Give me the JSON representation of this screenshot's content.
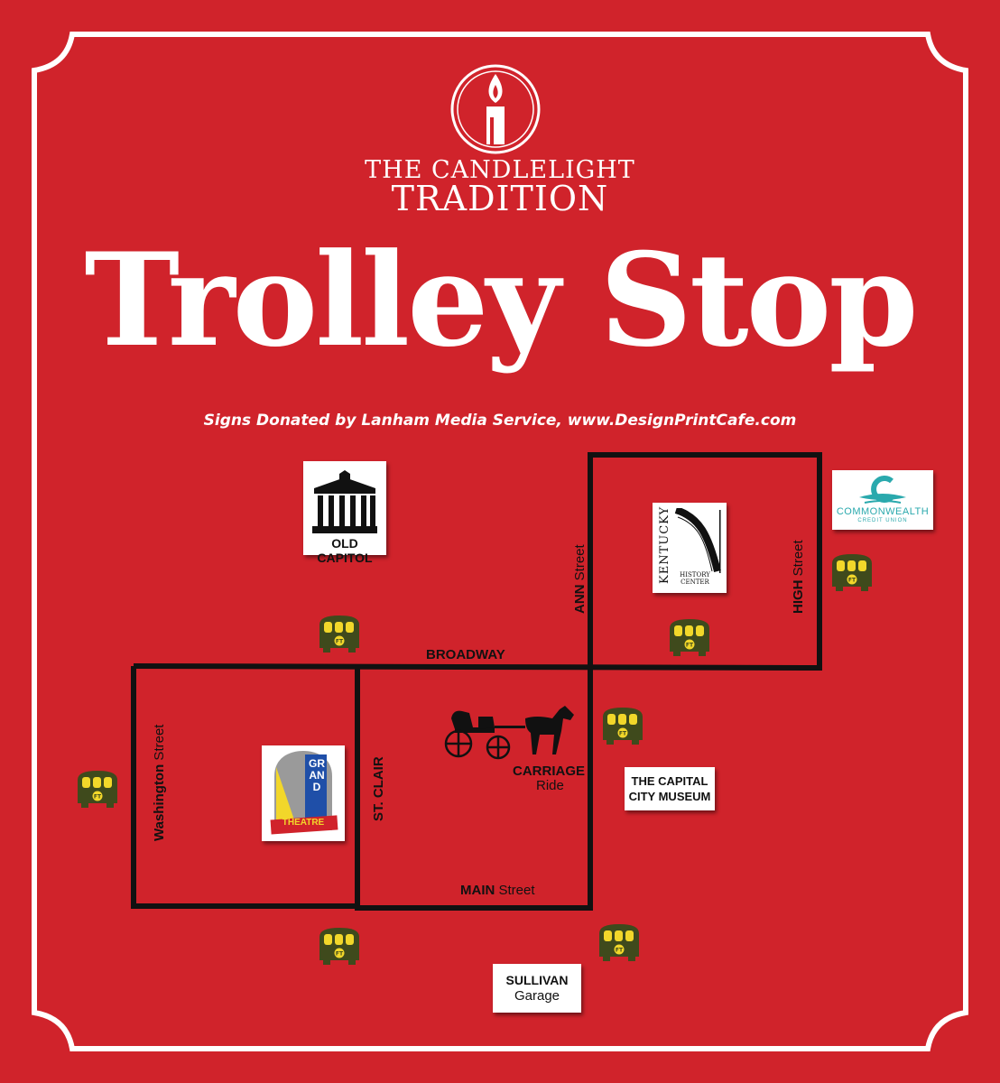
{
  "brand": {
    "line1": "THE CANDLELIGHT",
    "line2": "TRADITION"
  },
  "title": "Trolley Stop",
  "credit": "Signs Donated by Lanham Media Service, www.DesignPrintCafe.com",
  "colors": {
    "background": "#d0232b",
    "street_line": "#111111",
    "trolley_body": "#3f4a1c",
    "trolley_window": "#f2d72a"
  },
  "streets": {
    "broadway": "BROADWAY",
    "ann": {
      "name": "ANN",
      "suffix": "Street"
    },
    "high": {
      "name": "HIGH",
      "suffix": "Street"
    },
    "washington": {
      "name": "Washington",
      "suffix": "Street"
    },
    "st_clair": "ST. CLAIR",
    "main": {
      "name": "MAIN",
      "suffix": "Street"
    }
  },
  "landmarks": {
    "old_capitol": "OLD CAPITOL",
    "kentucky_history": {
      "name": "KENTUCKY",
      "sub": "HISTORY CENTER"
    },
    "commonwealth": {
      "name": "COMMONWEALTH",
      "sub": "CREDIT UNION"
    },
    "grand_theatre": {
      "name": "GRAND",
      "sub": "THEATRE"
    },
    "carriage": {
      "name": "CARRIAGE",
      "sub": "Ride"
    },
    "capital_city_museum": {
      "line1": "THE CAPITAL",
      "line2": "CITY MUSEUM"
    },
    "sullivan": {
      "name": "SULLIVAN",
      "sub": "Garage"
    }
  },
  "trolley_logo": "FT"
}
